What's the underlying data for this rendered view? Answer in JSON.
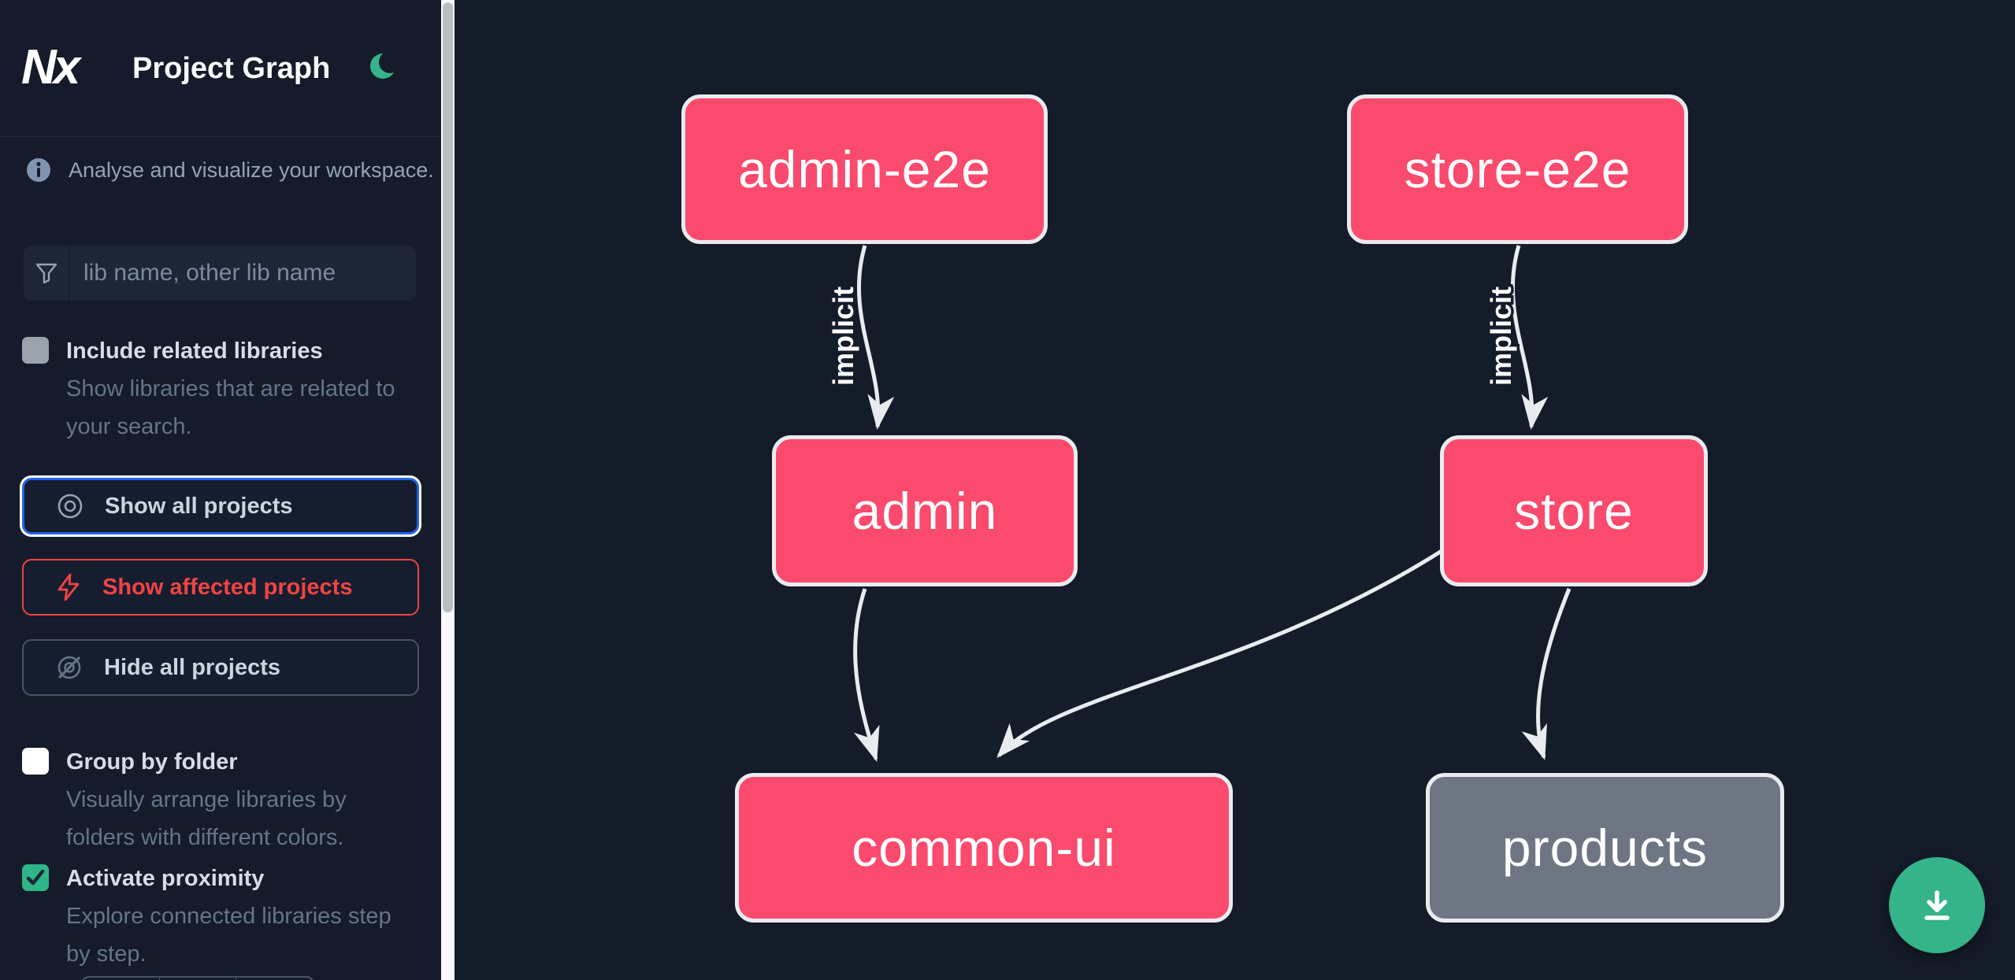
{
  "header": {
    "logo_text": "Nx",
    "title": "Project Graph",
    "theme_icon": "moon-icon"
  },
  "sidebar": {
    "tagline": "Analyse and visualize your workspace.",
    "search": {
      "placeholder": "lib name, other lib name",
      "value": ""
    },
    "include_related": {
      "label": "Include related libraries",
      "description": "Show libraries that are related to your search.",
      "checked": false
    },
    "buttons": {
      "show_all": {
        "label": "Show all projects"
      },
      "show_affected": {
        "label": "Show affected projects"
      },
      "hide_all": {
        "label": "Hide all projects"
      }
    },
    "group_by_folder": {
      "label": "Group by folder",
      "description": "Visually arrange libraries by folders with different colors.",
      "checked": false
    },
    "activate_proximity": {
      "label": "Activate proximity",
      "description": "Explore connected libraries step by step.",
      "checked": true
    }
  },
  "graph": {
    "nodes": [
      {
        "id": "admin-e2e",
        "label": "admin-e2e",
        "style": "affected"
      },
      {
        "id": "store-e2e",
        "label": "store-e2e",
        "style": "affected"
      },
      {
        "id": "admin",
        "label": "admin",
        "style": "affected"
      },
      {
        "id": "store",
        "label": "store",
        "style": "affected"
      },
      {
        "id": "common-ui",
        "label": "common-ui",
        "style": "affected"
      },
      {
        "id": "products",
        "label": "products",
        "style": "normal"
      }
    ],
    "edges": [
      {
        "from": "admin-e2e",
        "to": "admin",
        "label": "implicit"
      },
      {
        "from": "store-e2e",
        "to": "store",
        "label": "implicit"
      },
      {
        "from": "admin",
        "to": "common-ui",
        "label": ""
      },
      {
        "from": "store",
        "to": "common-ui",
        "label": ""
      },
      {
        "from": "store",
        "to": "products",
        "label": ""
      }
    ]
  },
  "colors": {
    "affected_node": "#fa4a6d",
    "normal_node": "#6e7684",
    "node_border": "#e9ecef",
    "edge": "#e9ecef",
    "accent_green": "#35b389",
    "focus_blue": "#2563eb",
    "alert_red": "#ef4444",
    "sidebar_bg": "#151b2a",
    "canvas_bg": "#141b29"
  }
}
